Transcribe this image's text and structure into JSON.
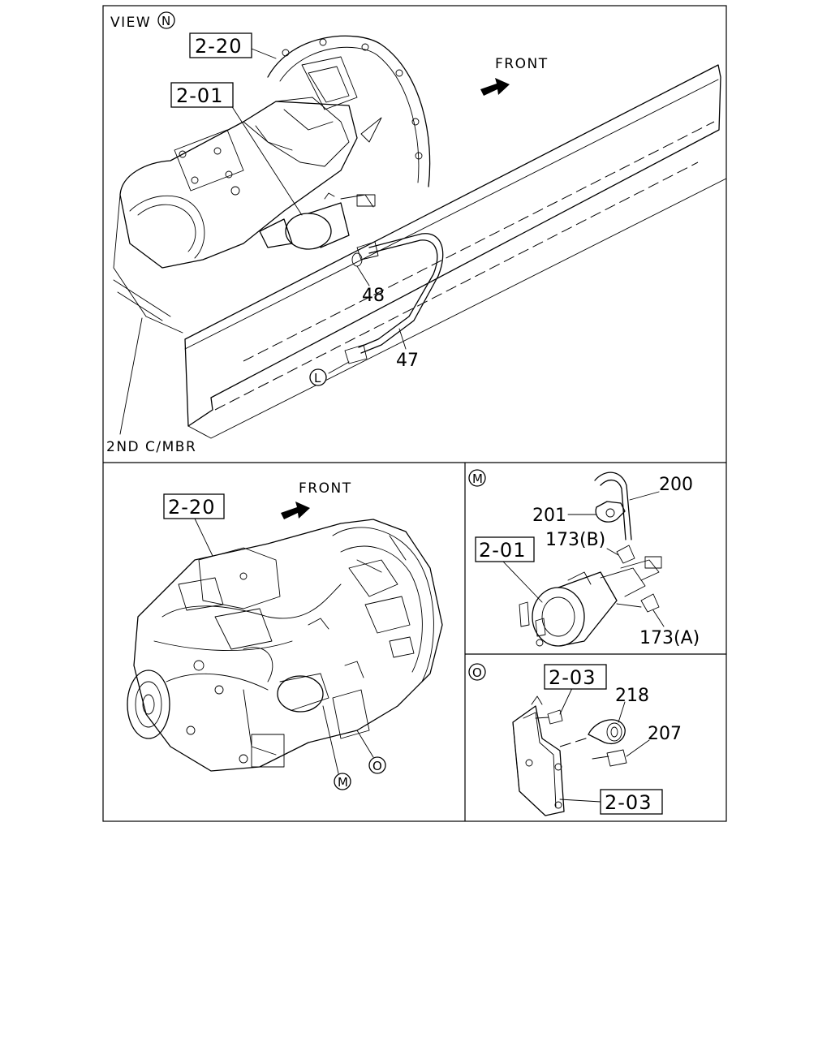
{
  "view_title": "VIEW",
  "view_marker": "N",
  "front_label_top": "FRONT",
  "front_label_bottom": "FRONT",
  "top_panel": {
    "ref_2_20": "2-20",
    "ref_2_01": "2-01",
    "part_48": "48",
    "part_47": "47",
    "marker_L": "L",
    "member_label": "2ND C/MBR"
  },
  "bottom_left_panel": {
    "ref_2_20": "2-20",
    "marker_M": "M",
    "marker_O": "O"
  },
  "panel_M": {
    "marker": "M",
    "part_200": "200",
    "part_201": "201",
    "part_173B": "173(B)",
    "ref_2_01": "2-01",
    "part_173A": "173(A)"
  },
  "panel_O": {
    "marker": "O",
    "ref_2_03_top": "2-03",
    "part_218": "218",
    "part_207": "207",
    "ref_2_03_bottom": "2-03"
  }
}
